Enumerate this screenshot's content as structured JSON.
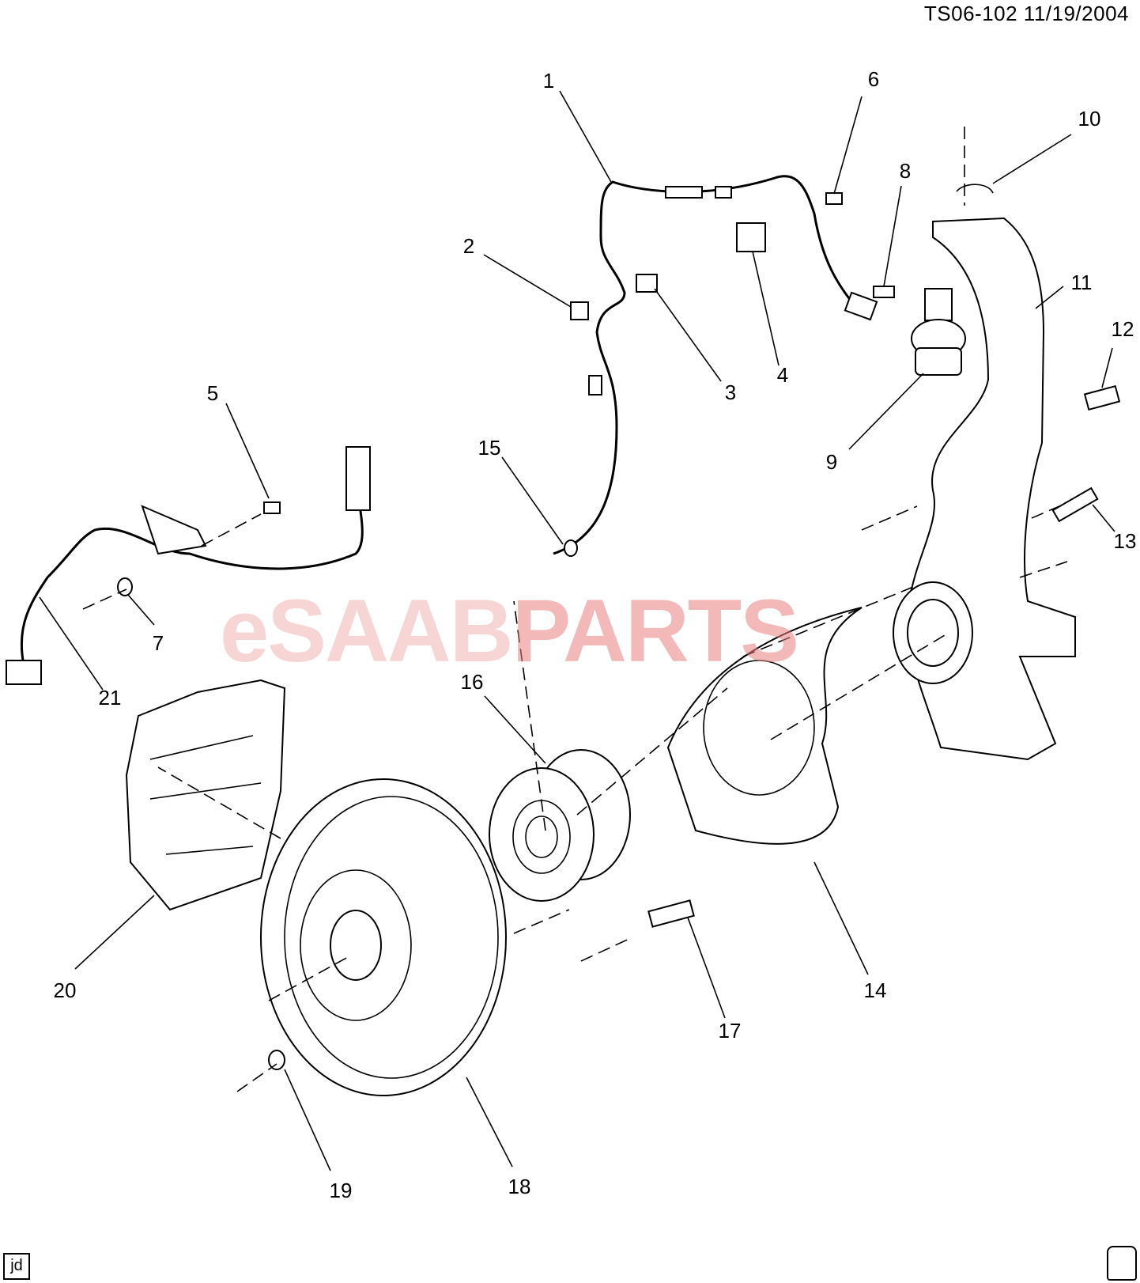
{
  "header": {
    "reference": "TS06-102  11/19/2004"
  },
  "watermark": {
    "part1": "eSAAB",
    "part2": "PARTS"
  },
  "footer": {
    "id_box": "jd"
  },
  "callouts": [
    {
      "key": "c1",
      "label": "1"
    },
    {
      "key": "c2",
      "label": "2"
    },
    {
      "key": "c3",
      "label": "3"
    },
    {
      "key": "c4",
      "label": "4"
    },
    {
      "key": "c5",
      "label": "5"
    },
    {
      "key": "c6",
      "label": "6"
    },
    {
      "key": "c7",
      "label": "7"
    },
    {
      "key": "c8",
      "label": "8"
    },
    {
      "key": "c9",
      "label": "9"
    },
    {
      "key": "c10",
      "label": "10"
    },
    {
      "key": "c11",
      "label": "11"
    },
    {
      "key": "c12",
      "label": "12"
    },
    {
      "key": "c13",
      "label": "13"
    },
    {
      "key": "c14",
      "label": "14"
    },
    {
      "key": "c15",
      "label": "15"
    },
    {
      "key": "c16",
      "label": "16"
    },
    {
      "key": "c17",
      "label": "17"
    },
    {
      "key": "c18",
      "label": "18"
    },
    {
      "key": "c19",
      "label": "19"
    },
    {
      "key": "c20",
      "label": "20"
    },
    {
      "key": "c21",
      "label": "21"
    }
  ]
}
